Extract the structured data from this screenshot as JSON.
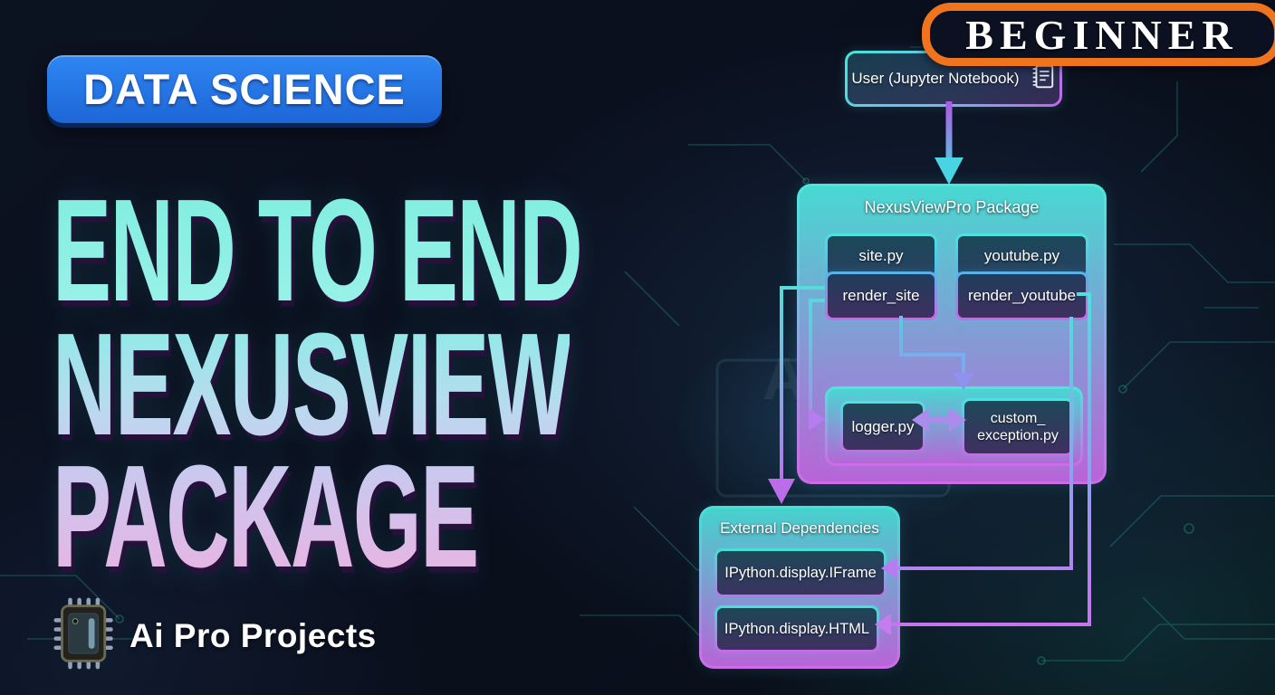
{
  "level_badge": {
    "label": "BEGINNER",
    "border_color": "#f0741d"
  },
  "category_badge": {
    "label": "DATA SCIENCE",
    "bg_color": "#2273e3"
  },
  "title": {
    "line1": "END TO END",
    "line2": "NEXUSVIEW",
    "line3": "PACKAGE"
  },
  "brand": {
    "label": "Ai Pro Projects",
    "icon": "cpu-chip-icon"
  },
  "diagram": {
    "watermark": "AI",
    "user_node": {
      "label": "User (Jupyter Notebook)",
      "icon": "notebook-icon"
    },
    "package": {
      "title": "NexusViewPro Package",
      "modules": [
        {
          "file": "site.py",
          "function": "render_site"
        },
        {
          "file": "youtube.py",
          "function": "render_youtube"
        }
      ],
      "utils": {
        "logger": "logger.py",
        "exception_line1": "custom_",
        "exception_line2": "exception.py"
      }
    },
    "external": {
      "title": "External Dependencies",
      "items": [
        "IPython.display.IFrame",
        "IPython.display.HTML"
      ]
    },
    "colors": {
      "cyan": "#49e6da",
      "purple": "#cb68e8",
      "arrow_purple": "#ab8cec",
      "arrow_blue_cyan": "#3fd8e0",
      "orange": "#f0741d",
      "blue": "#2273e3"
    }
  }
}
